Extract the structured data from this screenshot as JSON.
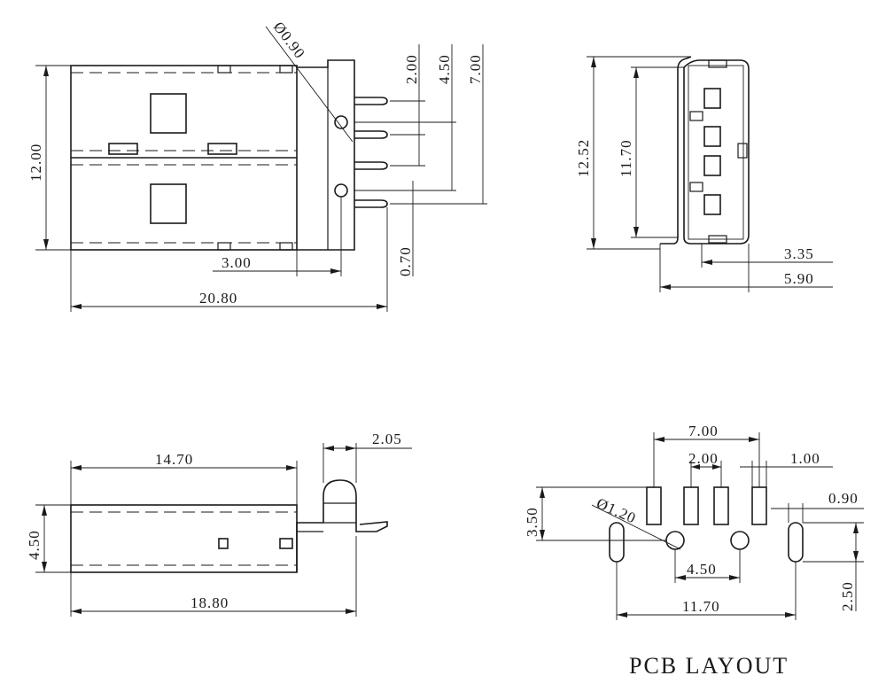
{
  "top_view": {
    "dim_pin_pitch": "2.00",
    "dim_mid_pitch": "4.50",
    "dim_outer_pitch": "7.00",
    "dim_hole": "Ø0.90",
    "dim_height": "12.00",
    "dim_offset": "3.00",
    "dim_pin_offset": "0.70",
    "dim_length": "20.80"
  },
  "end_view": {
    "dim_outer_height": "12.52",
    "dim_inner_height": "11.70",
    "dim_depth_inner": "3.35",
    "dim_depth_outer": "5.90"
  },
  "side_view": {
    "dim_shell_length": "14.70",
    "dim_tab": "2.05",
    "dim_height": "4.50",
    "dim_total_length": "18.80"
  },
  "pcb_layout": {
    "title": "PCB LAYOUT",
    "dim_outer_pitch": "7.00",
    "dim_pitch": "2.00",
    "dim_pad_width": "1.00",
    "dim_slot_width": "0.90",
    "dim_row_offset": "3.50",
    "dim_hole": "Ø1.20",
    "dim_hole_pitch": "4.50",
    "dim_slot_span": "11.70",
    "dim_slot_length": "2.50"
  }
}
